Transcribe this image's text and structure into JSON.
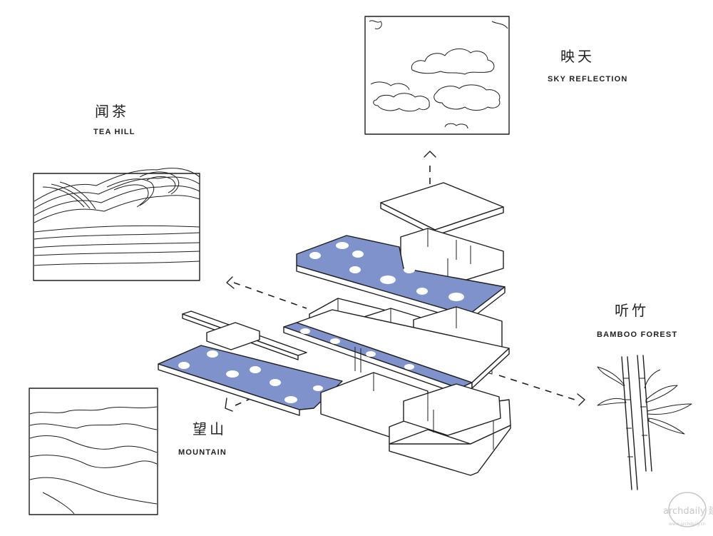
{
  "labels": {
    "tea_hill": {
      "cn": "闻茶",
      "en": "TEA HILL"
    },
    "sky_reflection": {
      "cn": "映天",
      "en": "SKY REFLECTION"
    },
    "bamboo_forest": {
      "cn": "听竹",
      "en": "BAMBOO FOREST"
    },
    "mountain": {
      "cn": "望山",
      "en": "MOUNTAIN"
    }
  },
  "colors": {
    "pool": "#7f92cc",
    "ink": "#1e1e1e",
    "paper": "#ffffff"
  },
  "watermark": {
    "brand": "archdaily 建筑",
    "domain": "www.archdaily.cn"
  }
}
